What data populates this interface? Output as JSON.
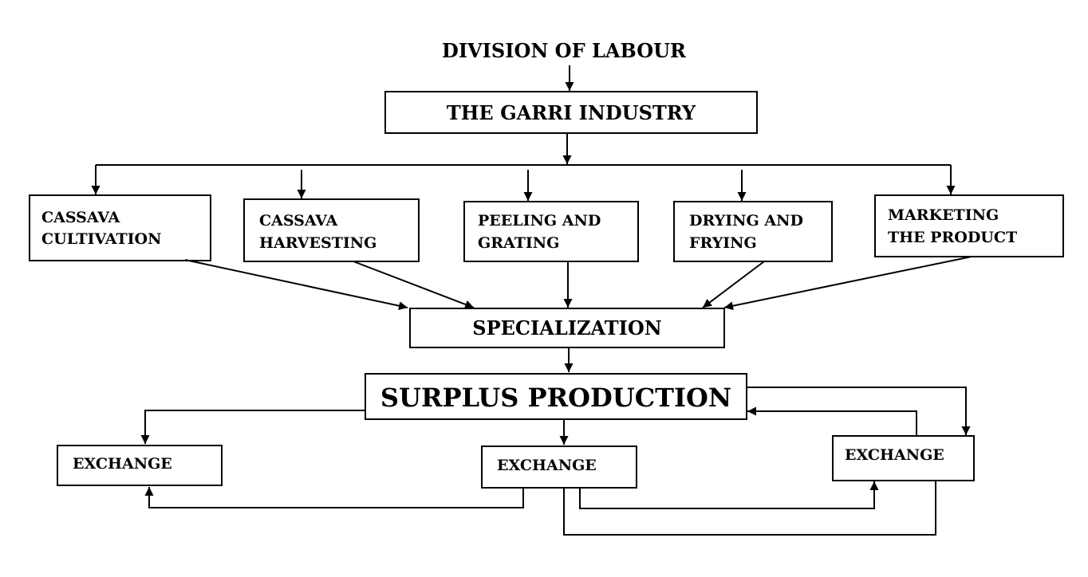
{
  "title": "DIVISION OF LABOUR",
  "industry": "THE GARRI INDUSTRY",
  "processes": [
    {
      "line1": "CASSAVA",
      "line2": "CULTIVATION"
    },
    {
      "line1": "CASSAVA",
      "line2": "HARVESTING"
    },
    {
      "line1": "PEELING AND",
      "line2": "GRATING"
    },
    {
      "line1": "DRYING AND",
      "line2": "FRYING"
    },
    {
      "line1": "MARKETING",
      "line2": "THE PRODUCT"
    }
  ],
  "specialization": "SPECIALIZATION",
  "surplus": "SURPLUS PRODUCTION",
  "exchanges": [
    "EXCHANGE",
    "EXCHANGE",
    "EXCHANGE"
  ]
}
